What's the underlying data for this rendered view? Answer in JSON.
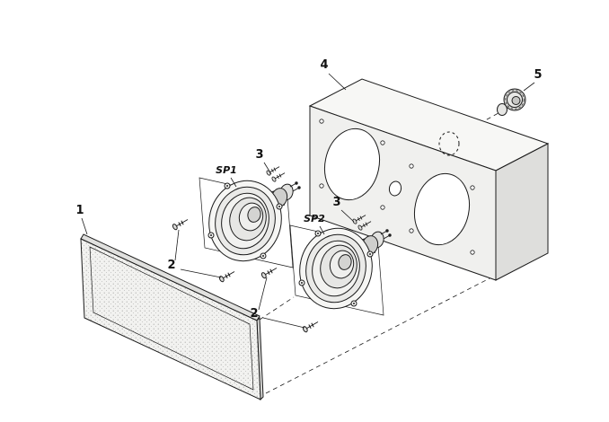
{
  "diagram": {
    "labels": {
      "part1": "1",
      "part2_a": "2",
      "part2_b": "2",
      "part3_a": "3",
      "part3_b": "3",
      "part4": "4",
      "part5": "5",
      "sp1": "SP1",
      "sp2": "SP2"
    },
    "colors": {
      "line": "#1c1c1c",
      "background": "#ffffff",
      "grille_fill": "#f2f2f0",
      "grille_dot": "#9b9b99",
      "enclosure_top": "#f7f7f5",
      "enclosure_side": "#dededc",
      "enclosure_front": "#f0f0ee"
    }
  }
}
